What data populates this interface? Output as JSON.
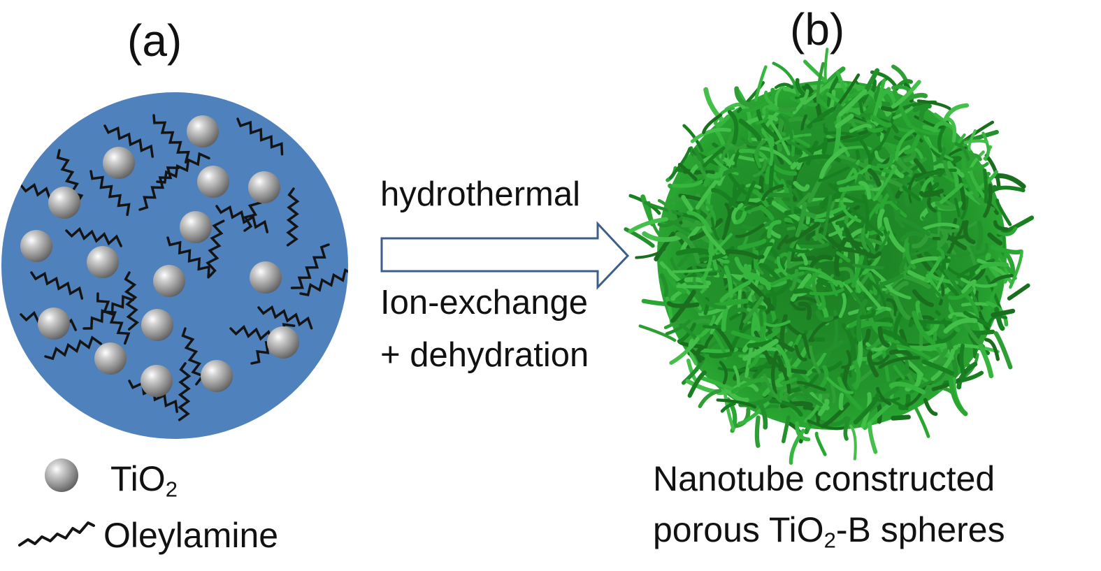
{
  "panel_a": {
    "label": "(a)"
  },
  "panel_b": {
    "label": "(b)"
  },
  "process": {
    "step1": "hydrothermal",
    "step2": "Ion-exchange",
    "step3": "+ dehydration"
  },
  "legend": {
    "particle_prefix": "TiO",
    "particle_sub": "2",
    "ligand": "Oleylamine"
  },
  "caption": {
    "line1": "Nanotube constructed",
    "line2_prefix": "porous TiO",
    "line2_sub": "2",
    "line2_suffix": "-B spheres"
  },
  "colors": {
    "sphere_fill": "#4f81bd",
    "particle": "#8c8c8c",
    "nanotube": "#1f8a2a",
    "arrow_stroke": "#3b5e8c"
  }
}
